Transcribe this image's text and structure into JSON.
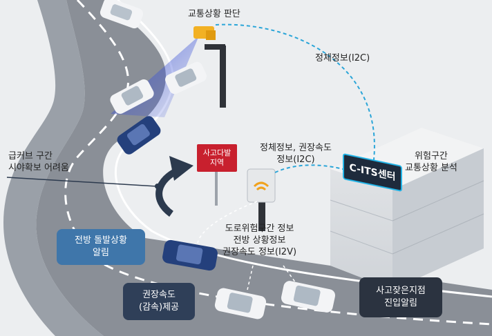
{
  "labels": {
    "traffic_judgement": "교통상황 판단",
    "congestion_i2c": "정체정보(I2C)",
    "congestion_speed_line1": "정체정보, 권장속도",
    "congestion_speed_line2": "정보(I2C)",
    "risk_section_line1": "위험구간",
    "risk_section_line2": "교통상황 분석",
    "sharp_curve_line1": "급커브 구간",
    "sharp_curve_line2": "시야확보 어려움",
    "road_risk_line1": "도로위험구간 정보",
    "road_risk_line2": "전방 상황정보",
    "road_risk_line3": "권장속도 정보(I2V)"
  },
  "sign": {
    "line1": "사고다발",
    "line2": "지역"
  },
  "center": {
    "name": "C-ITS센터"
  },
  "boxes": {
    "forward_incident_line1": "전방 돌발상황",
    "forward_incident_line2": "알림",
    "speed_advice_line1": "권장속도",
    "speed_advice_line2": "(감속)제공",
    "accident_zone_line1": "사고잦은지점",
    "accident_zone_line2": "진입알림"
  },
  "colors": {
    "road": "#8a8f97",
    "car_white": "#f3f4f6",
    "car_blue": "#24407c",
    "accent_blue": "#3f76aa",
    "dashed_link": "#2aa5d8",
    "sign_red": "#c8202e"
  }
}
